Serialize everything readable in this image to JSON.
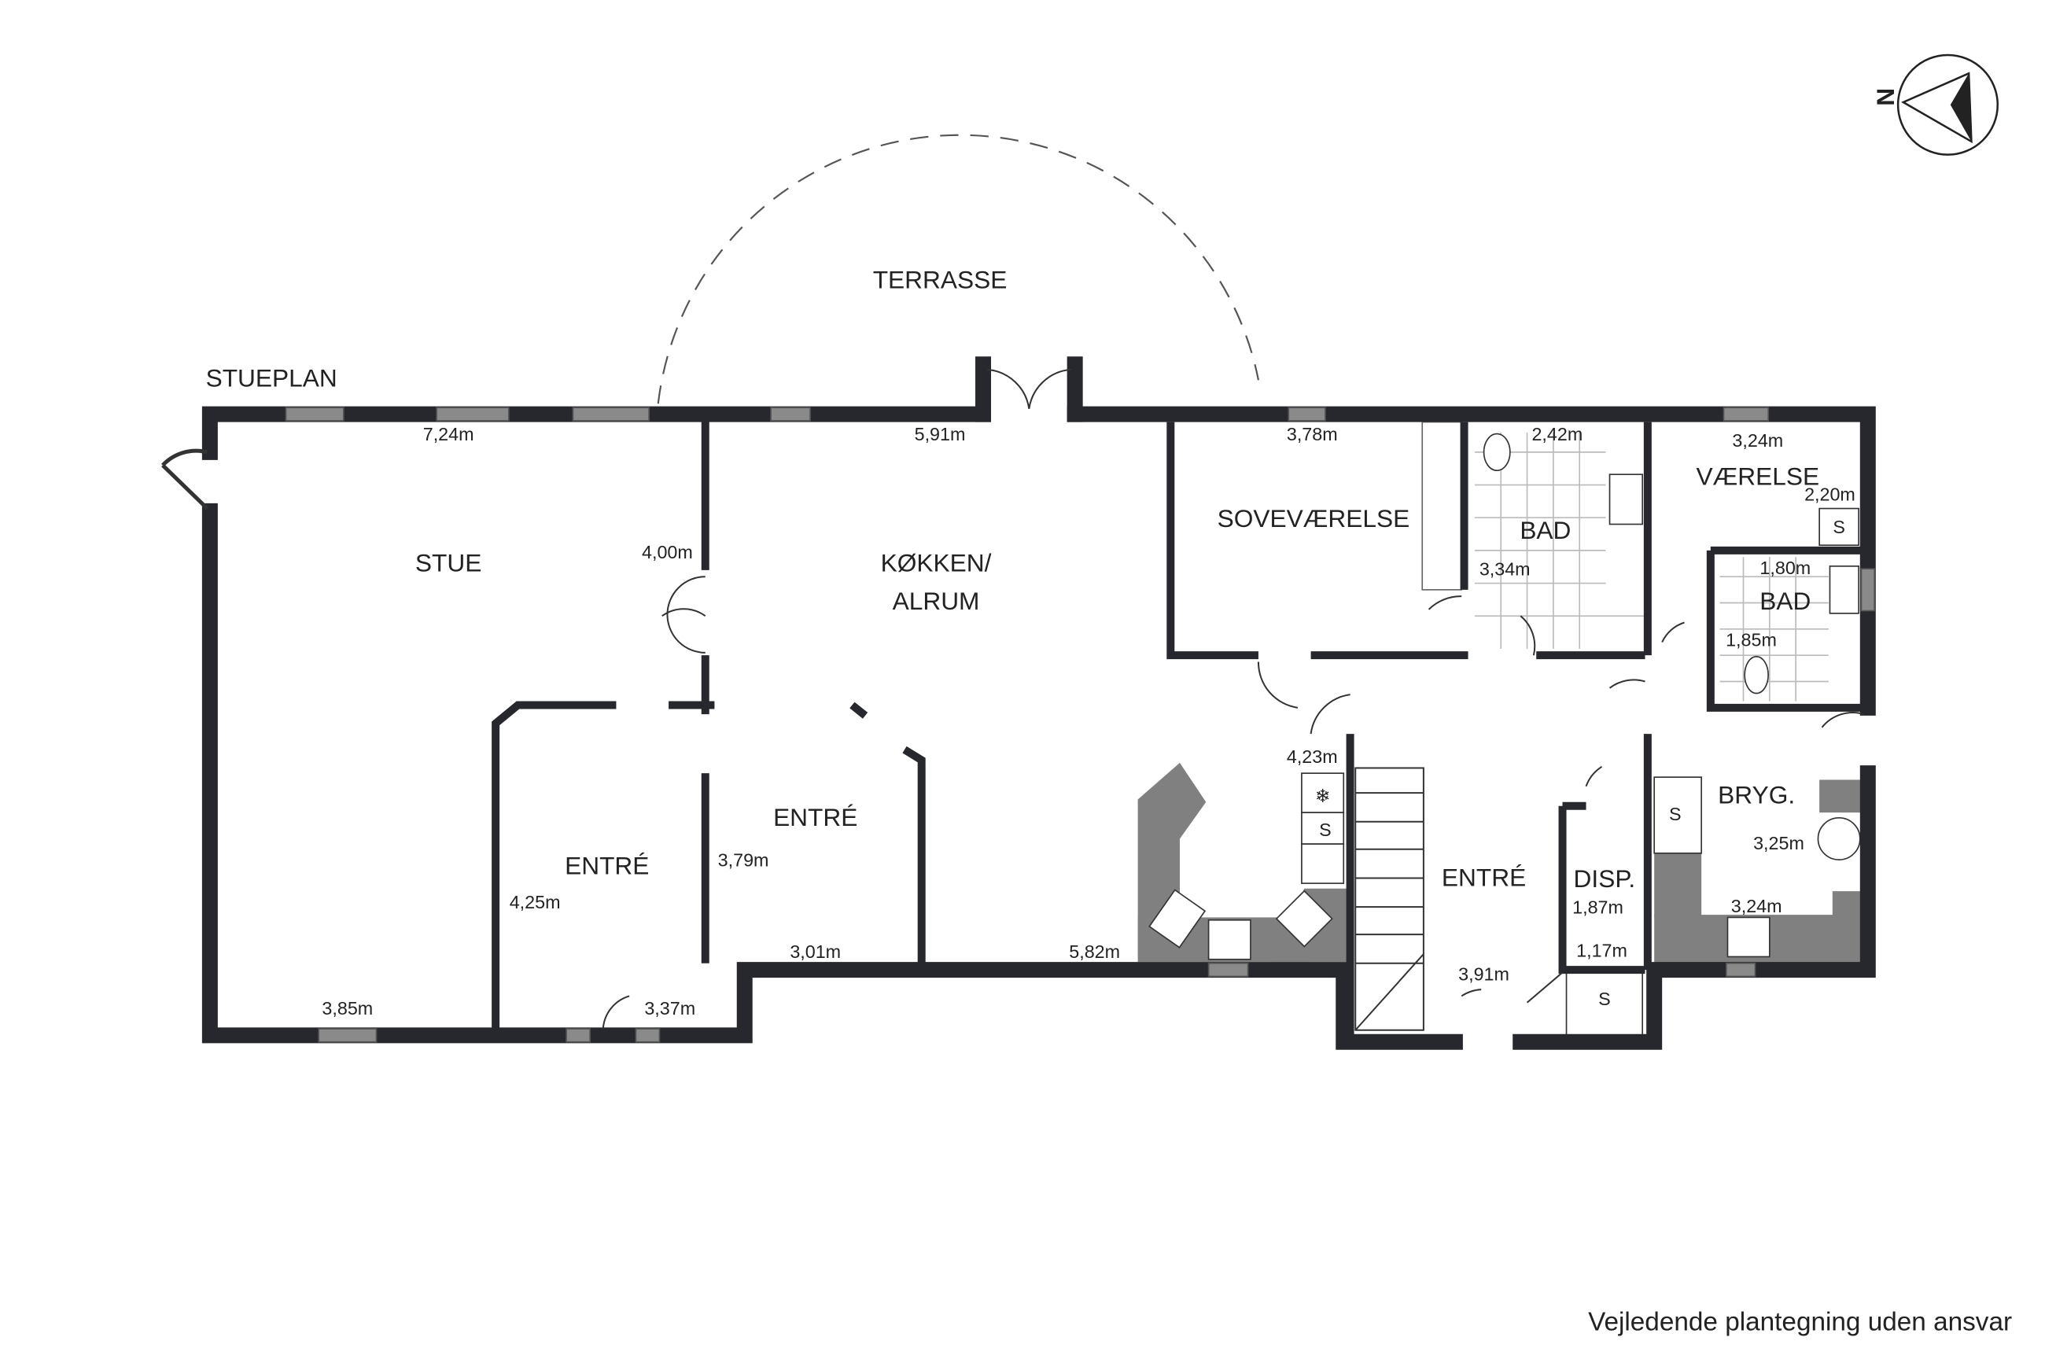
{
  "plan": {
    "title": "STUEPLAN",
    "terrace": "TERRASSE",
    "disclaimer": "Vejledende plantegning uden ansvar",
    "compass_label": "N",
    "rooms": {
      "stue": "STUE",
      "kokken1": "KØKKEN/",
      "kokken2": "ALRUM",
      "entre_left": "ENTRÉ",
      "entre_mid": "ENTRÉ",
      "entre_right": "ENTRÉ",
      "sovevaerelse": "SOVEVÆRELSE",
      "bad1": "BAD",
      "bad2": "BAD",
      "vaerelse": "VÆRELSE",
      "disp": "DISP.",
      "bryg": "BRYG."
    },
    "dims": {
      "stue_w": "7,24m",
      "stue_h": "4,00m",
      "stue_b": "3,85m",
      "kok_w": "5,91m",
      "kok_b": "5,82m",
      "kok_h": "4,23m",
      "sove_w": "3,78m",
      "bad1_w": "2,42m",
      "bad1_h": "3,34m",
      "vaer_w": "3,24m",
      "vaer_h": "2,20m",
      "bad2_w": "1,80m",
      "bad2_h": "1,85m",
      "entre_l_h": "4,25m",
      "entre_l_b": "3,37m",
      "entre_m_h": "3,79m",
      "entre_m_b": "3,01m",
      "entre_r_b": "3,91m",
      "disp_h": "1,87m",
      "disp_b": "1,17m",
      "bryg_h": "3,25m",
      "bryg_b": "3,24m"
    },
    "fixtures": {
      "storage": "S"
    }
  }
}
